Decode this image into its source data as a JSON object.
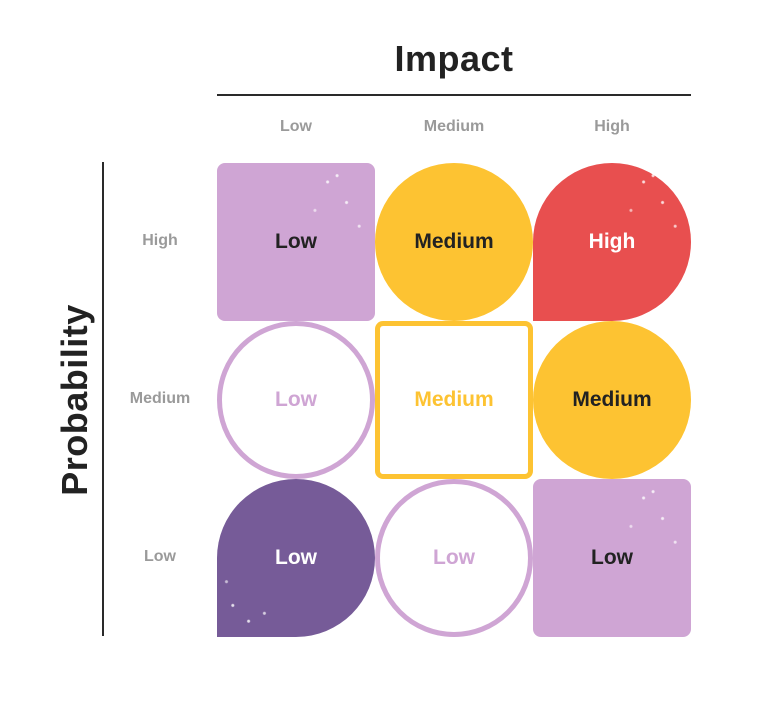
{
  "axes": {
    "x_title": "Impact",
    "y_title": "Probability",
    "x_labels": [
      "Low",
      "Medium",
      "High"
    ],
    "y_labels": [
      "High",
      "Medium",
      "Low"
    ]
  },
  "colors": {
    "light_purple": "#cfa5d4",
    "dark_purple": "#765b98",
    "yellow": "#fdc332",
    "red": "#e84f4f",
    "text_dark": "#222222",
    "axis_label_gray": "#9a9a9a"
  },
  "matrix": {
    "rows": [
      {
        "probability": "High",
        "cells": [
          {
            "impact": "Low",
            "risk": "Low",
            "shape": "rounded-square",
            "style": "filled",
            "fill": "#cfa5d4",
            "text_color": "#222222"
          },
          {
            "impact": "Medium",
            "risk": "Medium",
            "shape": "circle",
            "style": "filled",
            "fill": "#fdc332",
            "text_color": "#222222"
          },
          {
            "impact": "High",
            "risk": "High",
            "shape": "teardrop",
            "style": "filled",
            "fill": "#e84f4f",
            "text_color": "#ffffff"
          }
        ]
      },
      {
        "probability": "Medium",
        "cells": [
          {
            "impact": "Low",
            "risk": "Low",
            "shape": "circle",
            "style": "outline",
            "stroke": "#cfa5d4",
            "text_color": "#cfa5d4"
          },
          {
            "impact": "Medium",
            "risk": "Medium",
            "shape": "rounded-square",
            "style": "outline",
            "stroke": "#fdc332",
            "text_color": "#fdc332"
          },
          {
            "impact": "High",
            "risk": "Medium",
            "shape": "circle",
            "style": "filled",
            "fill": "#fdc332",
            "text_color": "#222222"
          }
        ]
      },
      {
        "probability": "Low",
        "cells": [
          {
            "impact": "Low",
            "risk": "Low",
            "shape": "teardrop",
            "style": "filled",
            "fill": "#765b98",
            "text_color": "#ffffff"
          },
          {
            "impact": "Medium",
            "risk": "Low",
            "shape": "circle",
            "style": "outline",
            "stroke": "#cfa5d4",
            "text_color": "#cfa5d4"
          },
          {
            "impact": "High",
            "risk": "Low",
            "shape": "rounded-square",
            "style": "filled",
            "fill": "#cfa5d4",
            "text_color": "#222222"
          }
        ]
      }
    ]
  }
}
